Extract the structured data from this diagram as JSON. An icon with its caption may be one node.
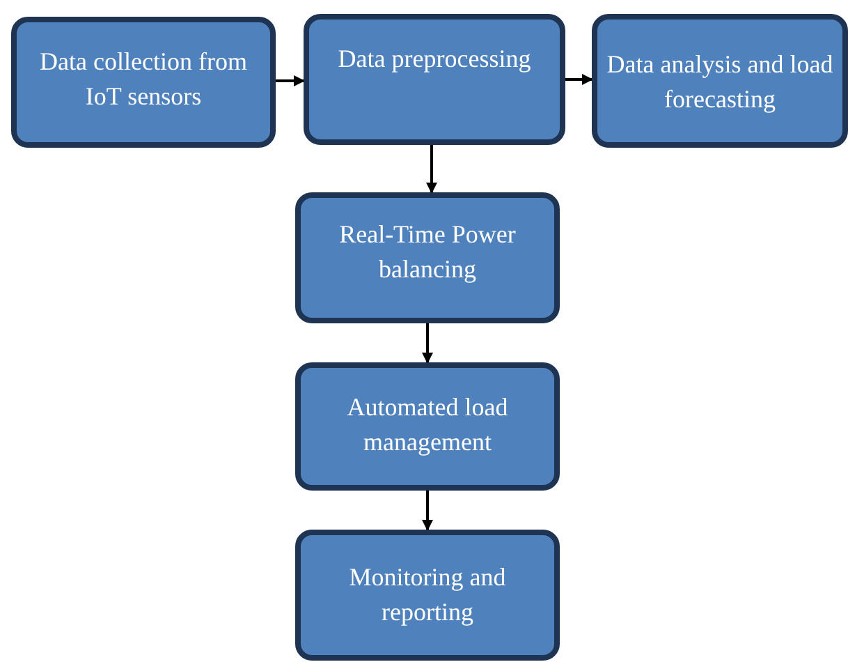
{
  "diagram": {
    "nodes": [
      {
        "text": [
          "Data collection from IoT sensors"
        ]
      },
      {
        "text": [
          "Data preprocessing"
        ]
      },
      {
        "text": [
          "Data analysis and load forecasting"
        ]
      },
      {
        "text": [
          "Real-Time Power balancing"
        ]
      },
      {
        "text": [
          "Automated load management"
        ]
      },
      {
        "text": [
          "Monitoring and reporting"
        ]
      }
    ],
    "edges": [
      {
        "from": 0,
        "to": 1,
        "arrow": "to"
      },
      {
        "from": 1,
        "to": 2,
        "arrow": "to"
      },
      {
        "from": 1,
        "to": 3,
        "arrow": "to"
      },
      {
        "from": 3,
        "to": 4,
        "arrow": "to"
      },
      {
        "from": 4,
        "to": 5,
        "arrow": "to"
      }
    ]
  }
}
